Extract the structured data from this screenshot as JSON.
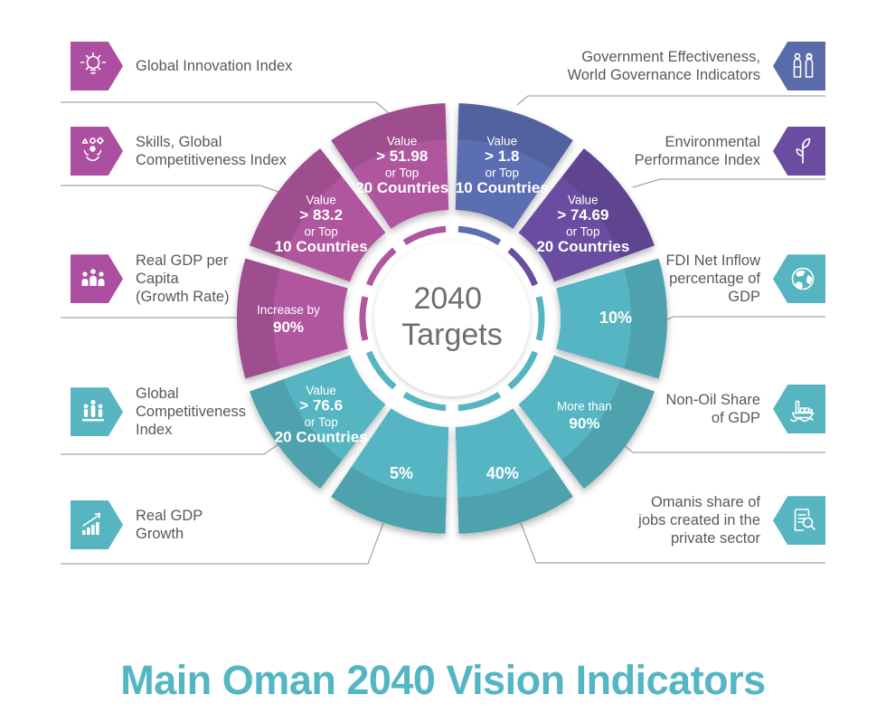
{
  "title": "Main Oman 2040 Vision Indicators",
  "center": {
    "text": "2040\nTargets"
  },
  "colors": {
    "magenta": "#b0569f",
    "blue": "#5b6eb2",
    "purple": "#6a4da0",
    "teal": "#57b5c2",
    "title_teal": "#54b6c3",
    "label_text": "#58595b",
    "center_text": "#6d6e71",
    "leader_line": "#8d8f92"
  },
  "chart_data": {
    "type": "pie",
    "subtype": "donut-infographic",
    "title": "2040 Targets",
    "equal_slices": true,
    "slice_count": 10,
    "segments": [
      {
        "indicator": "Government Effectiveness, World Governance Indicators",
        "target": "Value > 1.8 or Top 10 Countries",
        "color_key": "blue",
        "lines": [
          "Value",
          "> 1.8",
          "or Top",
          "10 Countries"
        ],
        "bold": [
          false,
          true,
          false,
          true
        ]
      },
      {
        "indicator": "Environmental Performance Index",
        "target": "Value > 74.69 or Top 20 Countries",
        "color_key": "purple",
        "lines": [
          "Value",
          "> 74.69",
          "or Top",
          "20 Countries"
        ],
        "bold": [
          false,
          true,
          false,
          true
        ]
      },
      {
        "indicator": "FDI Net Inflow percentage of GDP",
        "target": "10%",
        "color_key": "teal",
        "lines": [
          "10%"
        ],
        "bold": [
          true
        ]
      },
      {
        "indicator": "Non-Oil Share of GDP",
        "target": "More than 90%",
        "color_key": "teal",
        "lines": [
          "More than",
          "90%"
        ],
        "bold": [
          false,
          true
        ]
      },
      {
        "indicator": "Omanis share of jobs created in the private sector",
        "target": "40%",
        "color_key": "teal",
        "lines": [
          "40%"
        ],
        "bold": [
          true
        ]
      },
      {
        "indicator": "Real GDP Growth",
        "target": "5%",
        "color_key": "teal",
        "lines": [
          "5%"
        ],
        "bold": [
          true
        ]
      },
      {
        "indicator": "Global Competitiveness Index",
        "target": "Value > 76.6 or Top 20 Countries",
        "color_key": "teal",
        "lines": [
          "Value",
          "> 76.6",
          "or Top",
          "20 Countries"
        ],
        "bold": [
          false,
          true,
          false,
          true
        ]
      },
      {
        "indicator": "Real GDP per Capita (Growth Rate)",
        "target": "Increase by 90%",
        "color_key": "magenta",
        "lines": [
          "Increase by",
          "90%"
        ],
        "bold": [
          false,
          true
        ]
      },
      {
        "indicator": "Skills, Global Competitiveness Index",
        "target": "Value > 83.2 or Top 10 Countries",
        "color_key": "magenta",
        "lines": [
          "Value",
          "> 83.2",
          "or Top",
          "10 Countries"
        ],
        "bold": [
          false,
          true,
          false,
          true
        ]
      },
      {
        "indicator": "Global Innovation Index",
        "target": "Value > 51.98 or Top 20 Countries",
        "color_key": "magenta",
        "lines": [
          "Value",
          "> 51.98",
          "or Top",
          "20 Countries"
        ],
        "bold": [
          false,
          true,
          false,
          true
        ]
      }
    ]
  },
  "left_labels": [
    {
      "label": "Global Innovation Index",
      "icon": "lightbulb-icon",
      "badge_color": "#ad4fa0"
    },
    {
      "label": "Skills, Global\nCompetitiveness Index",
      "icon": "skills-shapes-icon",
      "badge_color": "#ad4fa0"
    },
    {
      "label": "Real GDP per\nCapita\n(Growth Rate)",
      "icon": "people-group-icon",
      "badge_color": "#ad4fa0"
    },
    {
      "label": "Global\nCompetitiveness\nIndex",
      "icon": "podium-people-icon",
      "badge_color": "#57b5c2"
    },
    {
      "label": "Real GDP\nGrowth",
      "icon": "growth-chart-icon",
      "badge_color": "#57b5c2"
    }
  ],
  "right_labels": [
    {
      "label": "Government Effectiveness,\nWorld Governance Indicators",
      "icon": "omani-figures-icon",
      "badge_color": "#5a6bab"
    },
    {
      "label": "Environmental\nPerformance Index",
      "icon": "plant-icon",
      "badge_color": "#6a4da0"
    },
    {
      "label": "FDI Net Inflow\npercentage of\nGDP",
      "icon": "globe-icon",
      "badge_color": "#57b5c2"
    },
    {
      "label": "Non-Oil Share\nof GDP",
      "icon": "cargo-ship-icon",
      "badge_color": "#57b5c2"
    },
    {
      "label": "Omanis share of\njobs created in the\nprivate sector",
      "icon": "document-magnifier-icon",
      "badge_color": "#57b5c2"
    }
  ]
}
